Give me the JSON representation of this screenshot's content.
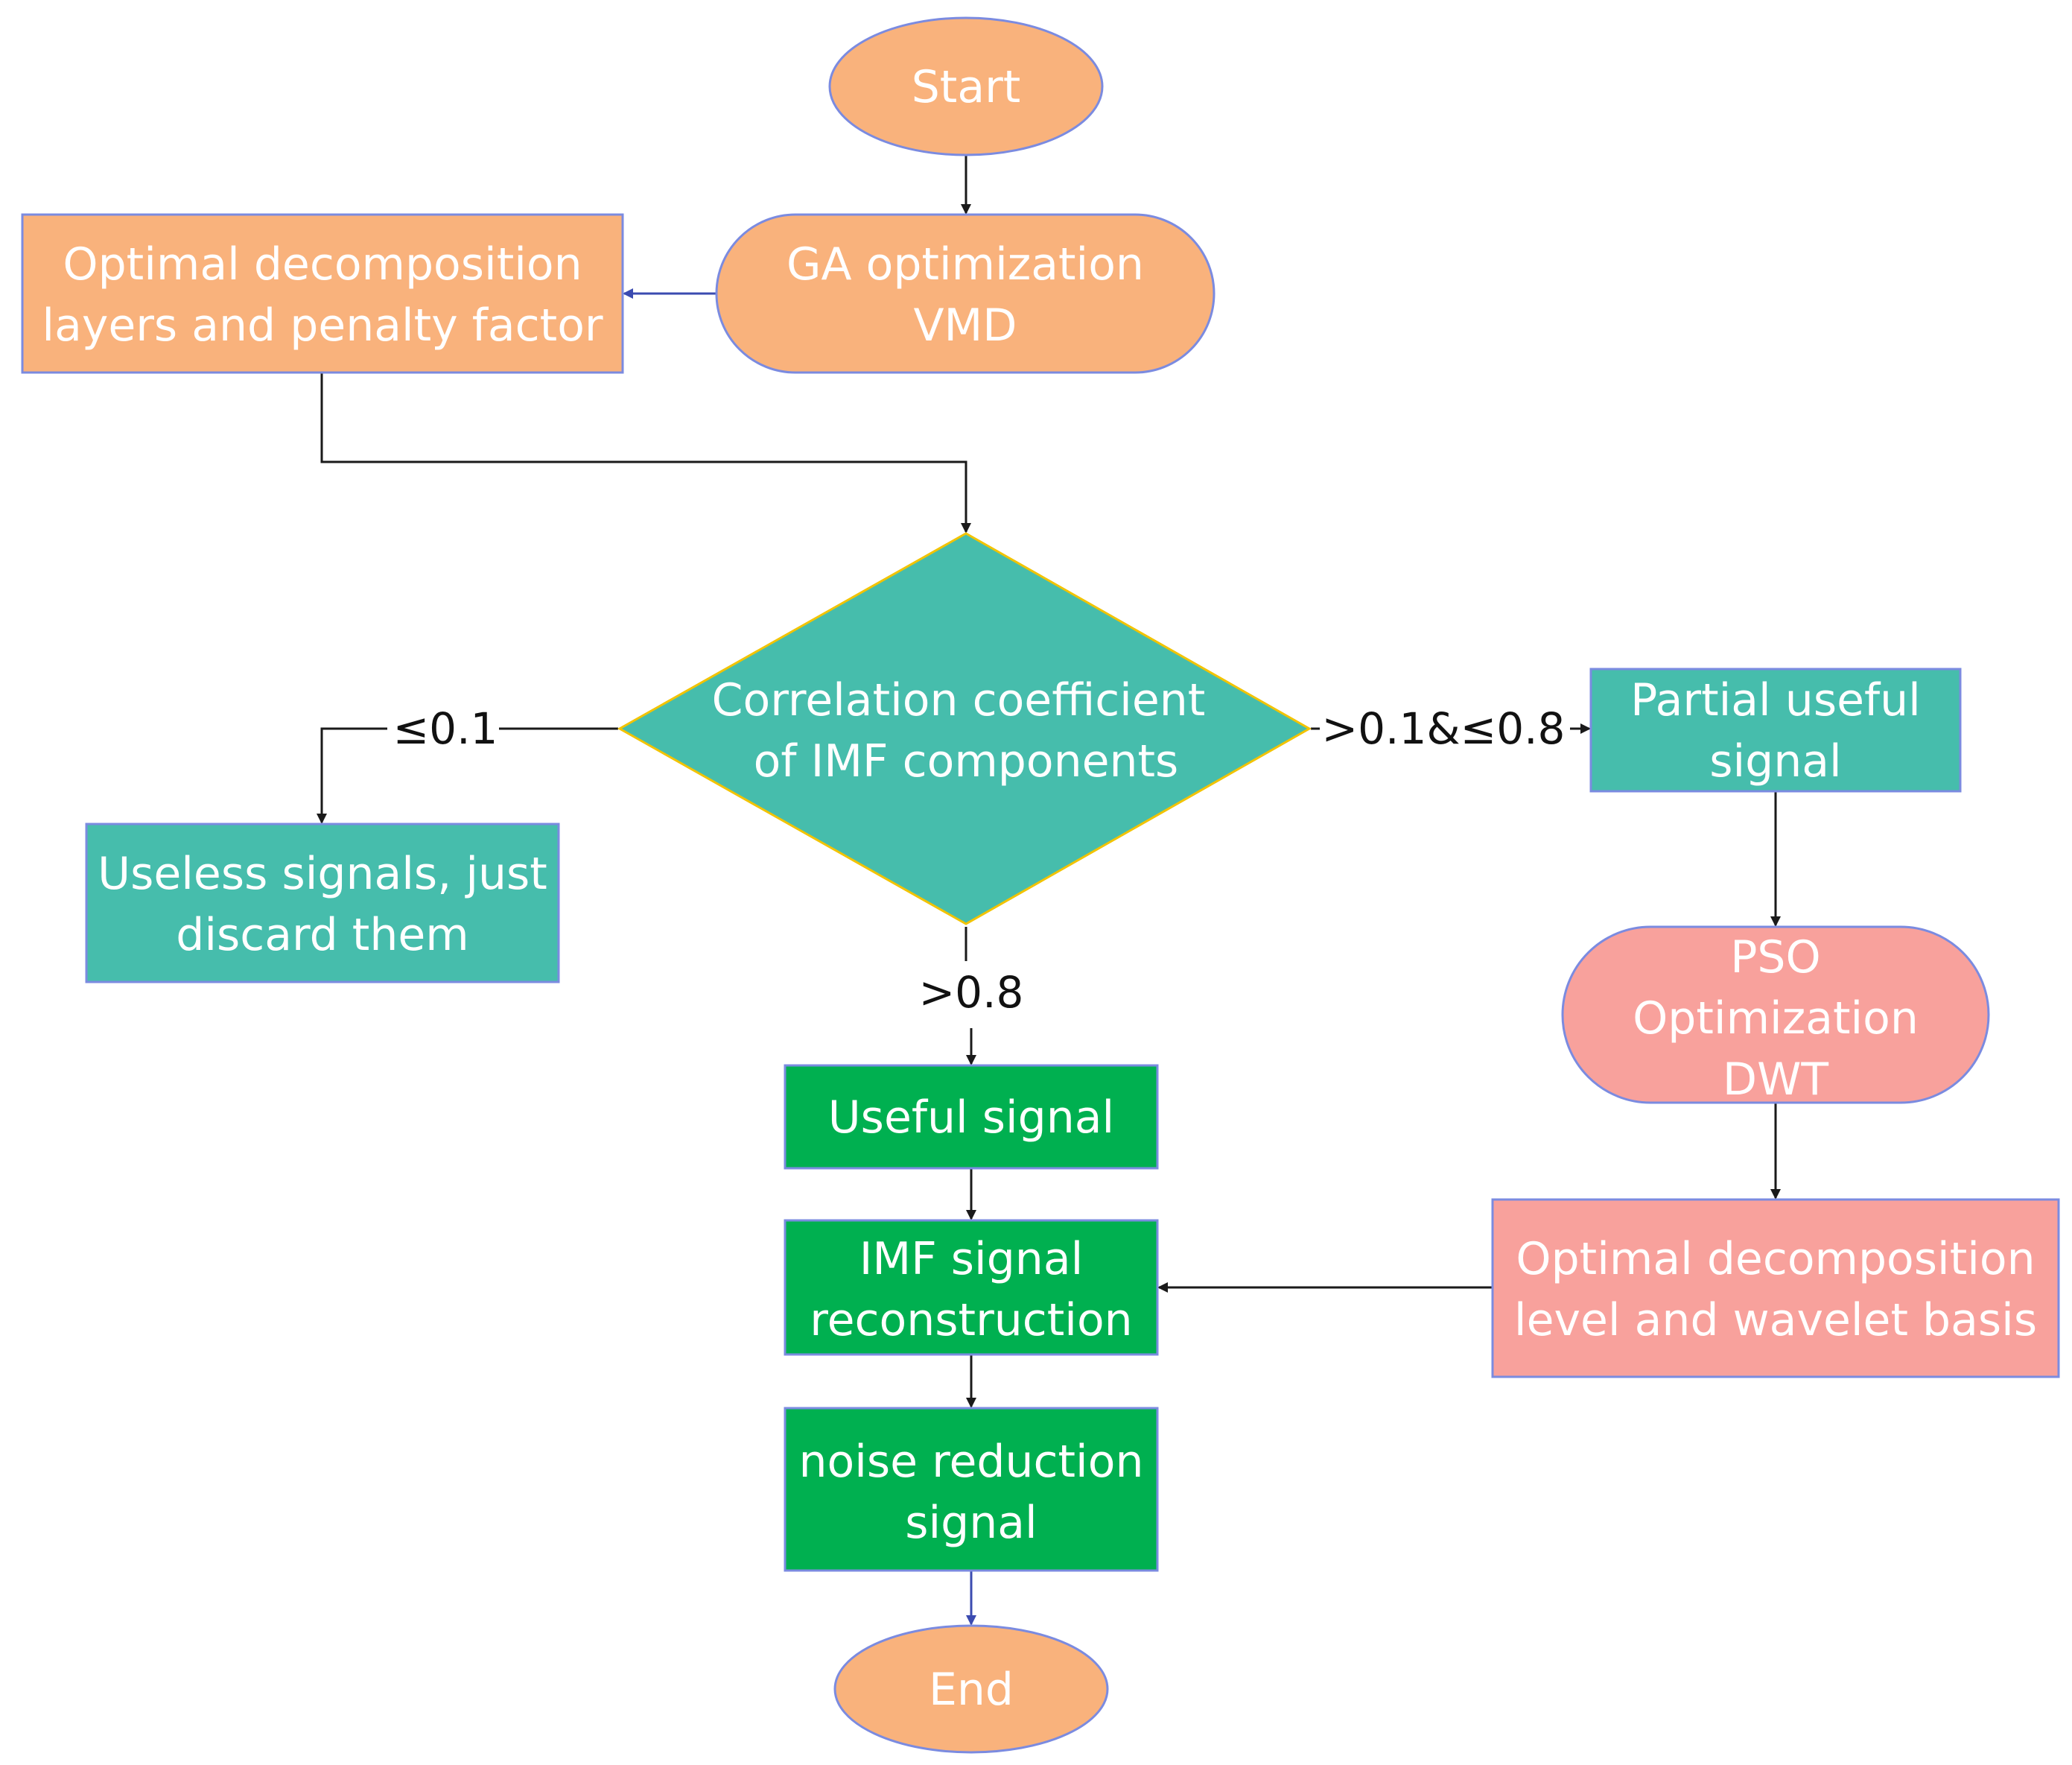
{
  "nodes": {
    "start": {
      "text": "Start"
    },
    "ga_vmd": {
      "line1": "GA optimization",
      "line2": "VMD"
    },
    "optimal_layers": {
      "line1": "Optimal decomposition",
      "line2": "layers and penalty factor"
    },
    "correlation": {
      "line1": "Correlation coefficient",
      "line2": "of IMF components"
    },
    "useless": {
      "line1": "Useless signals, just",
      "line2": "discard them"
    },
    "partial": {
      "line1": "Partial useful",
      "line2": "signal"
    },
    "pso_dwt": {
      "line1": "PSO",
      "line2": "Optimization",
      "line3": "DWT"
    },
    "optimal_level": {
      "line1": "Optimal decomposition",
      "line2": "level and wavelet basis"
    },
    "useful": {
      "text": "Useful signal"
    },
    "imf_recon": {
      "line1": "IMF signal",
      "line2": "reconstruction"
    },
    "noise_reduction": {
      "line1": "noise reduction",
      "line2": "signal"
    },
    "end": {
      "text": "End"
    }
  },
  "edge_labels": {
    "low": "≤0.1",
    "mid": ">0.1&≤0.8",
    "high": ">0.8"
  },
  "colors": {
    "orange_fill": "#F9B27C",
    "teal_fill": "#46BDAC",
    "green_fill": "#00B050",
    "pink_fill": "#F8A19C",
    "blue_outline": "#7B8BE0",
    "diamond_outline": "#F2C300"
  }
}
